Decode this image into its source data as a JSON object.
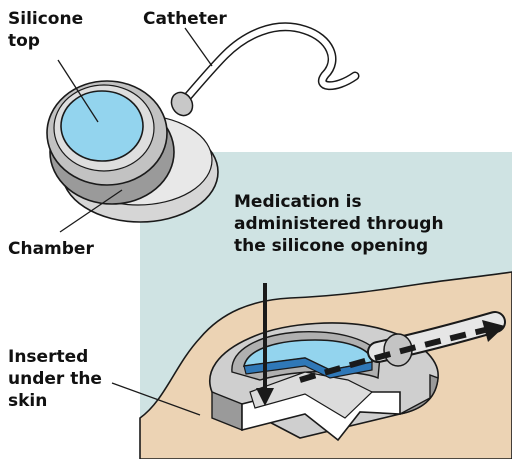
{
  "labels": {
    "silicone_top": [
      "Silicone",
      "top"
    ],
    "catheter": "Catheter",
    "chamber": "Chamber",
    "medication": [
      "Medication is",
      "administered through",
      "the silicone opening"
    ],
    "inserted": [
      "Inserted",
      "under the",
      "skin"
    ]
  },
  "colors": {
    "background_panel": "#cfe3e3",
    "skin": "#ecd3b4",
    "silicone": "#93d4ee",
    "housing_light": "#e4e4e4",
    "housing_mid": "#bdbdbd",
    "housing_dark": "#8f8f8f",
    "outline": "#1a1a1a"
  }
}
